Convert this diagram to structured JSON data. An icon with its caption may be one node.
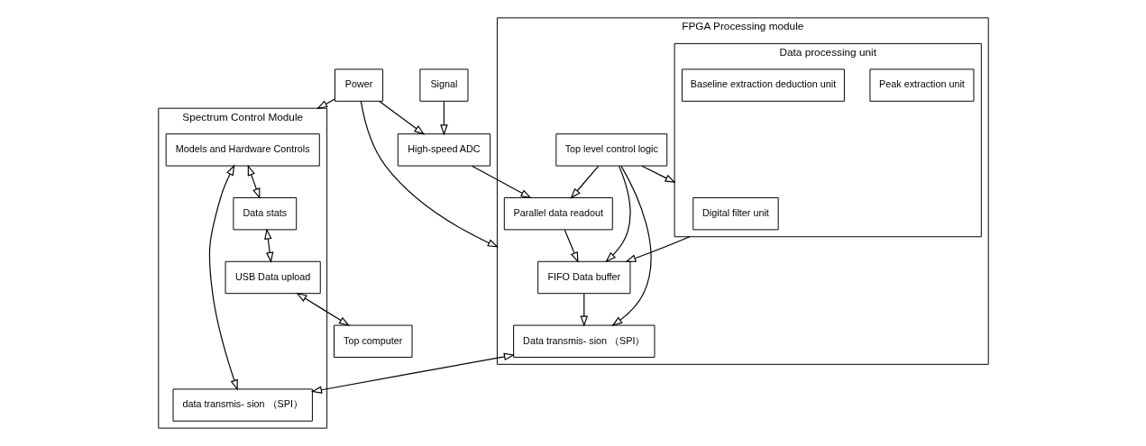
{
  "diagram": {
    "nodes": [
      {
        "text": [
          "Power"
        ]
      },
      {
        "text": [
          "FPGA Processing module"
        ]
      },
      {
        "text": [
          "FIFO Data buffer"
        ],
        "in": 1
      },
      {
        "text": [
          "Parallel data readout"
        ],
        "in": 1
      },
      {
        "text": [
          "Data processing unit"
        ],
        "in": 1
      },
      {
        "text": [
          "Digital filter unit"
        ],
        "in": 4
      },
      {
        "text": [
          "Peak extraction unit"
        ],
        "in": 4
      },
      {
        "text": [
          "Baseline extraction deduction unit"
        ],
        "in": 4
      },
      {
        "text": [
          "Data transmis- sion （SPI）"
        ],
        "in": 1
      },
      {
        "text": [
          "Top level control logic"
        ],
        "in": 1
      },
      {
        "text": [
          "Spectrum Control Module"
        ]
      },
      {
        "text": [
          "Models and Hardware Controls"
        ],
        "in": 10
      },
      {
        "text": [
          "Data stats"
        ],
        "in": 10
      },
      {
        "text": [
          "data transmis- sion （SPI）"
        ],
        "in": 10
      },
      {
        "text": [
          "USB Data upload"
        ],
        "in": 10
      },
      {
        "text": [
          "Signal"
        ]
      },
      {
        "text": [
          "High-speed ADC"
        ]
      },
      {
        "text": [
          "Top computer"
        ]
      }
    ],
    "edges": [
      {
        "from": 0,
        "to": 16,
        "arrow": "to"
      },
      {
        "from": 0,
        "to": 1,
        "arrow": "to"
      },
      {
        "from": 0,
        "to": 10,
        "arrow": "to"
      },
      {
        "from": 15,
        "to": 16,
        "arrow": "to"
      },
      {
        "from": 16,
        "to": 3,
        "arrow": "to"
      },
      {
        "from": 3,
        "to": 2,
        "arrow": "to"
      },
      {
        "from": 4,
        "to": 2,
        "arrow": "to"
      },
      {
        "from": 9,
        "to": 3,
        "arrow": "to"
      },
      {
        "from": 9,
        "to": 4,
        "arrow": "to"
      },
      {
        "from": 9,
        "to": 2,
        "arrow": "to"
      },
      {
        "from": 2,
        "to": 8,
        "arrow": "to"
      },
      {
        "from": 9,
        "to": 8,
        "arrow": "to"
      },
      {
        "from": 8,
        "to": 13,
        "arrow": "both"
      },
      {
        "from": 11,
        "to": 12,
        "arrow": "both"
      },
      {
        "from": 11,
        "to": 13,
        "arrow": "both"
      },
      {
        "from": 12,
        "to": 14,
        "arrow": "both"
      },
      {
        "from": 14,
        "to": 17,
        "arrow": "both"
      }
    ]
  }
}
